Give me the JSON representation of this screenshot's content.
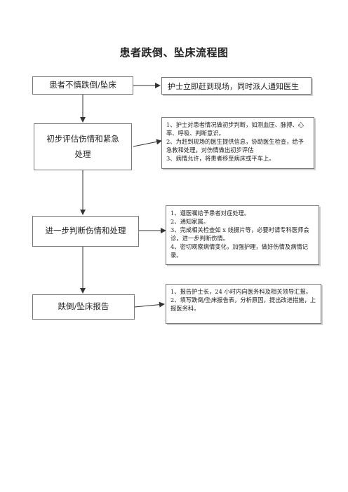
{
  "title": "患者跌倒、坠床流程图",
  "steps": [
    {
      "label": "患者不慎跌倒/坠床",
      "details": [
        "护士立即赶到现场，同时派人通知医生"
      ]
    },
    {
      "label": "初步评估伤情和紧急处理",
      "label_lines": [
        "初步评估伤情和紧急",
        "处理"
      ],
      "details": [
        "1、护士对患者情况做初步判断，如测血压、脉搏、心率、呼吸、判断意识。",
        "2、为赶到现场的医生提供信息，协助医生检查，给予急救和处理，对伤情做出初步评估",
        "3、病情允许，将患者移至病床或平车上。"
      ]
    },
    {
      "label": "进一步判断伤情和处理",
      "details": [
        "1、遵医嘱给予患者对症处理。",
        "2、通知家属。",
        "3、完成相关检查如 x 线摄片等，必要时请专科医师会诊，进一步判断伤情。",
        "4、密切观察病情变化，加强护理，做好伤情及病情记录。"
      ]
    },
    {
      "label": "跌倒/坠床报告",
      "details": [
        "1、报告护士长，24 小时内向医务科及相关领导汇报。",
        "2、填写跌倒/坠床报告表，分析原因，提出改进措施，上报医务科。"
      ]
    }
  ]
}
